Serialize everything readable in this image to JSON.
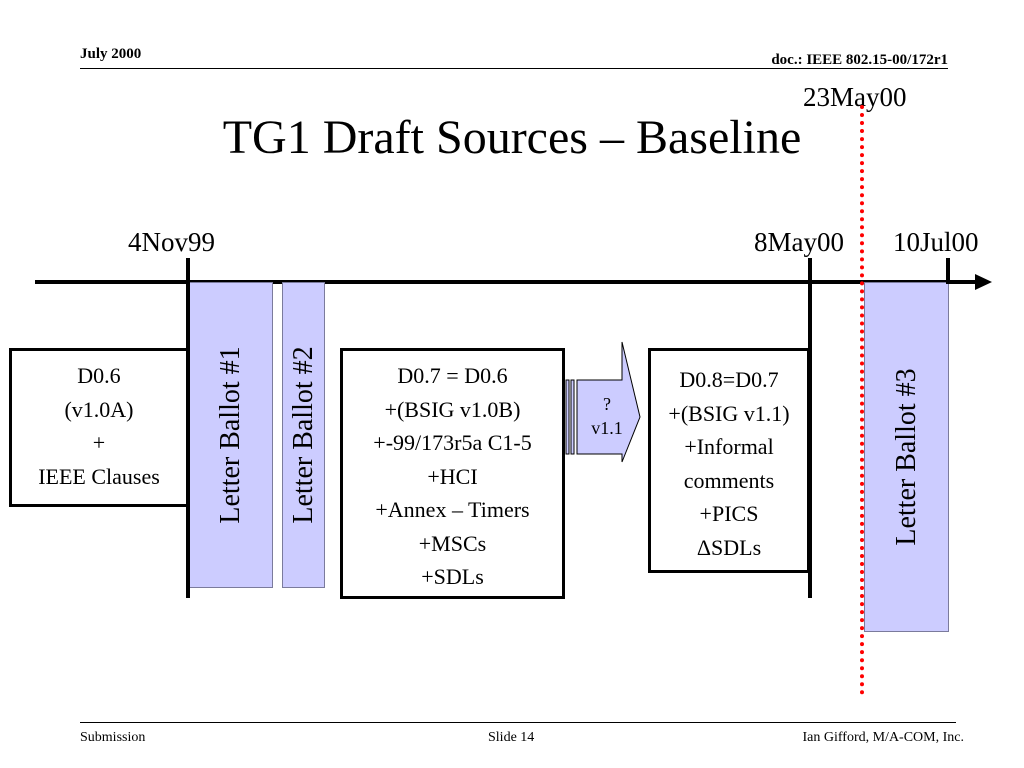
{
  "header": {
    "date": "July 2000",
    "doc": "doc.: IEEE 802.15-00/172r1"
  },
  "title": "TG1 Draft Sources – Baseline",
  "marker_date": "23May00",
  "timeline_dates": {
    "start": "4Nov99",
    "mid": "8May00",
    "end": "10Jul00"
  },
  "box_d06": {
    "lines": [
      "D0.6",
      "(v1.0A)",
      "+",
      "IEEE Clauses"
    ]
  },
  "box_d07": {
    "lines": [
      "D0.7 = D0.6",
      "+(BSIG v1.0B)",
      "+-99/173r5a C1-5",
      "+HCI",
      "+Annex – Timers",
      "+MSCs",
      "+SDLs"
    ]
  },
  "arrow": {
    "lines": [
      "?",
      "v1.1"
    ]
  },
  "box_d08": {
    "lines": [
      "D0.8=D0.7",
      "+(BSIG v1.1)",
      "+Informal",
      "comments",
      "+PICS",
      "ΔSDLs"
    ]
  },
  "ballots": {
    "b1": "Letter Ballot #1",
    "b2": "Letter Ballot #2",
    "b3": "Letter Ballot #3"
  },
  "footer": {
    "left": "Submission",
    "center": "Slide 14",
    "right": "Ian Gifford, M/A-COM, Inc."
  },
  "colors": {
    "ballot_fill": "#ccccff",
    "marker": "#ff0000"
  }
}
